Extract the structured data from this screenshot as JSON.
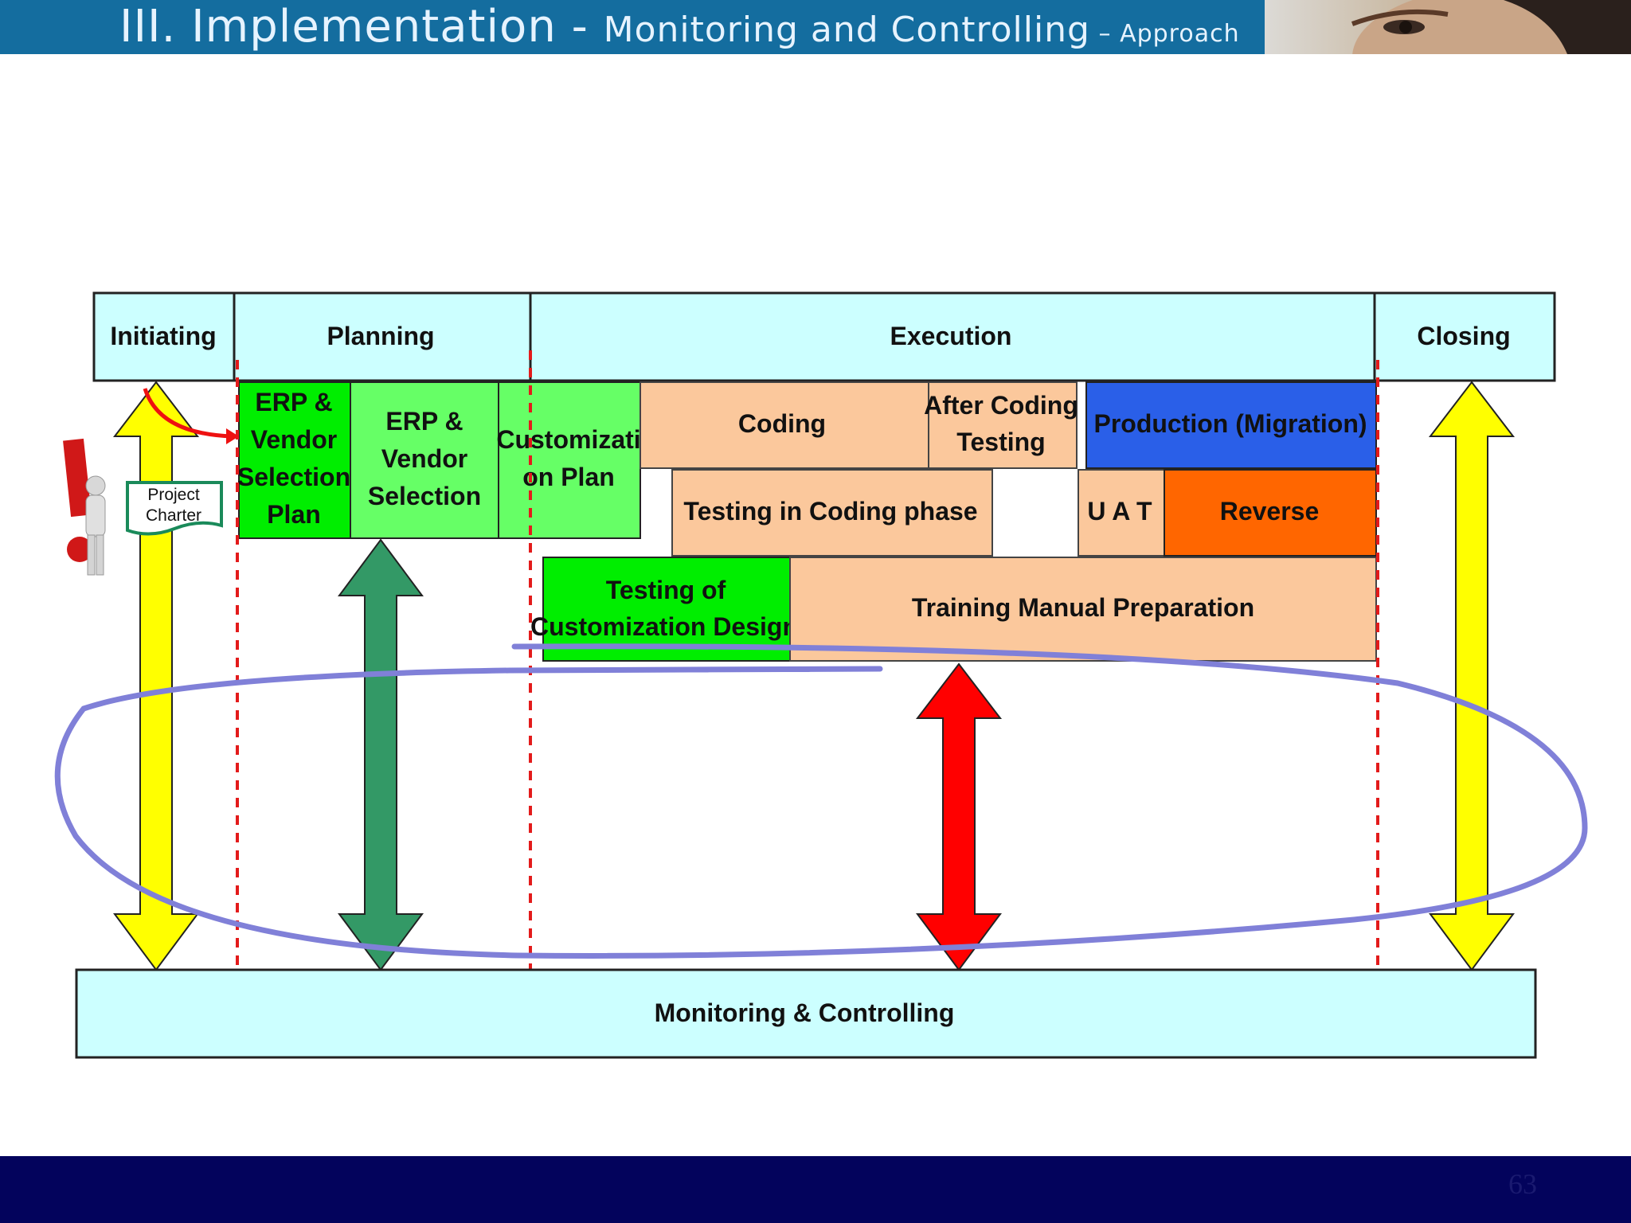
{
  "header": {
    "title_main": "III. Implementation - ",
    "title_sub": "Monitoring and Controlling",
    "title_approach": " – Approach"
  },
  "phases": {
    "initiating": "Initiating",
    "planning": "Planning",
    "execution": "Execution",
    "closing": "Closing"
  },
  "tasks": {
    "erp_vendor_selection_plan": [
      "ERP &",
      "Vendor",
      "Selection",
      "Plan"
    ],
    "erp_vendor_selection": [
      "ERP &",
      "Vendor",
      "Selection"
    ],
    "customization_plan": [
      "Customizati",
      "on Plan"
    ],
    "coding": "Coding",
    "after_coding_testing": [
      "After Coding",
      "Testing"
    ],
    "production_migration": "Production (Migration)",
    "testing_in_coding_phase": "Testing in Coding phase",
    "uat": "U A T",
    "reverse": "Reverse",
    "testing_of_customization_design": [
      "Testing of",
      "Customization Design"
    ],
    "training_manual_preparation": "Training Manual Preparation"
  },
  "project_charter": [
    "Project",
    "Charter"
  ],
  "monitoring_controlling": "Monitoring & Controlling",
  "page_number": "63",
  "colors": {
    "header_bg": "#146d9f",
    "footer_bg": "#03035c",
    "phase_bg": "#ccffff",
    "bright_green": "#00ee00",
    "light_green": "#66ff66",
    "peach": "#fbc89c",
    "blue": "#2a5fe8",
    "orange": "#ff6600",
    "yellow_arrow": "#ffff00",
    "dark_green_arrow": "#339966",
    "red_arrow": "#ff0000",
    "ellipse": "#8080d8"
  }
}
